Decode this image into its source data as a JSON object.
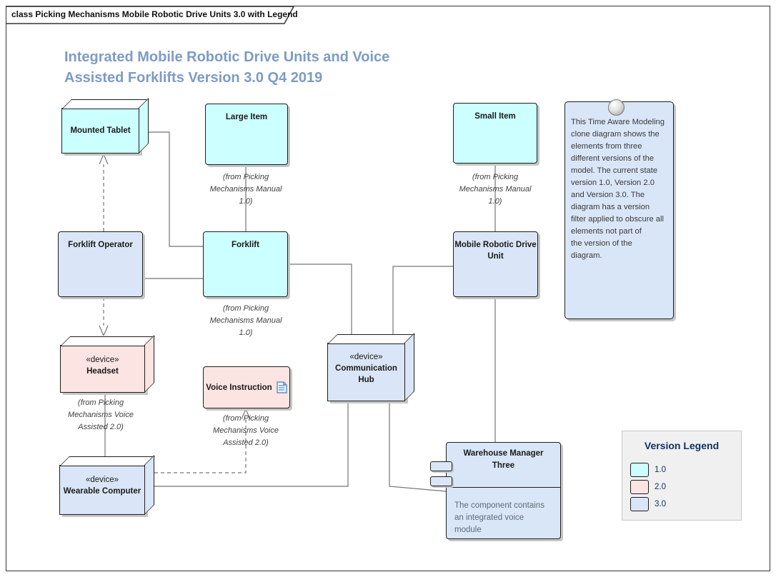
{
  "frame": {
    "tab_label": "class Picking Mechanisms Mobile Robotic Drive Units 3.0  with Legend"
  },
  "title": {
    "line1": "Integrated Mobile Robotic Drive Units and Voice",
    "line2": "Assisted Forklifts Version 3.0 Q4 2019"
  },
  "colors": {
    "version1": "#CCFFFF",
    "version2": "#FBE4E2",
    "version3": "#DAE6F7",
    "note_fill": "#D9E6F8",
    "title_blue": "#7D9BC5",
    "legend_navy": "#0E3268",
    "connector_grey": "#757575"
  },
  "nodes": {
    "mounted_tablet": {
      "label": "Mounted Tablet"
    },
    "large_item": {
      "label": "Large Item",
      "from": [
        "(from Picking",
        "Mechanisms Manual",
        "1.0)"
      ]
    },
    "forklift_operator": {
      "label": "Forklift Operator"
    },
    "forklift": {
      "label": "Forklift",
      "from": [
        "(from Picking",
        "Mechanisms Manual",
        "1.0)"
      ]
    },
    "headset": {
      "stereotype": "«device»",
      "label": "Headset",
      "from": [
        "(from Picking",
        "Mechanisms Voice",
        "Assisted 2.0)"
      ]
    },
    "voice_instruction": {
      "label": "Voice Instruction",
      "from": [
        "(from Picking",
        "Mechanisms Voice",
        "Assisted 2.0)"
      ]
    },
    "wearable_computer": {
      "stereotype": "«device»",
      "label": "Wearable Computer"
    },
    "communication_hub": {
      "stereotype": "«device»",
      "label_line1": "Communication",
      "label_line2": "Hub"
    },
    "small_item": {
      "label": "Small Item",
      "from": [
        "(from Picking",
        "Mechanisms Manual",
        "1.0)"
      ]
    },
    "mobile_robotic_drive_unit": {
      "label_line1": "Mobile Robotic Drive",
      "label_line2": "Unit"
    },
    "warehouse_manager": {
      "name_line1": "Warehouse Manager",
      "name_line2": "Three",
      "body": [
        "The component contains",
        "an integrated voice",
        "module"
      ]
    }
  },
  "note": {
    "lines": [
      "This Time Aware Modeling",
      "clone diagram shows the",
      "elements from three",
      "different versions of the",
      "model. The current state",
      "version 1.0, Version 2.0",
      "and Version 3.0. The",
      "diagram has a version",
      "filter applied to obscure all",
      "elements not part of",
      "the  version of the",
      "diagram."
    ]
  },
  "legend": {
    "title": "Version Legend",
    "items": [
      {
        "label": "1.0",
        "color": "#CCFFFF"
      },
      {
        "label": "2.0",
        "color": "#FBE4E2"
      },
      {
        "label": "3.0",
        "color": "#DAE6F7"
      }
    ]
  }
}
